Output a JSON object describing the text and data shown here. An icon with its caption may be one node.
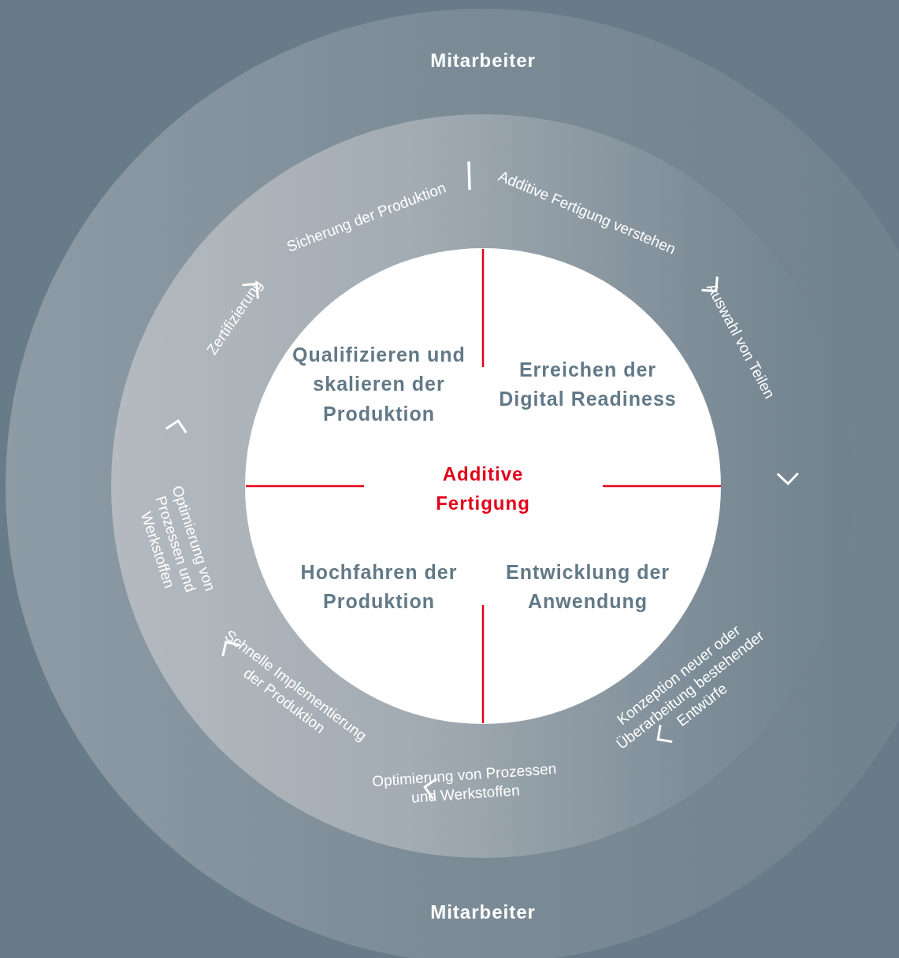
{
  "diagram": {
    "nodes": [
      {
        "text": [
          "Mitarbeiter",
          "Mitarbeiter"
        ]
      },
      {
        "text": [],
        "shape": "circle",
        "in": 0
      },
      {
        "text": [
          "Additive Fertigung"
        ],
        "in": 1
      }
    ],
    "edges": [],
    "labels": [
      "Sicherung der Produktion",
      "Additive Fertigung verstehen",
      "Zertifizierung",
      "Auswahl von Teilen",
      "Qualifizieren und skalieren der Produktion",
      "Erreichen der Digital Readiness",
      "Optimierung von Prozessen und Werkstoffen",
      "Hochfahren der Produktion",
      "Entwicklung der Anwendung",
      "Schnelle Implementierung der Produktion",
      "Optimierung von Prozessen und Werkstoffen",
      "Konzeption neuer oder Überarbeitung bestehender Entwürfe"
    ]
  }
}
